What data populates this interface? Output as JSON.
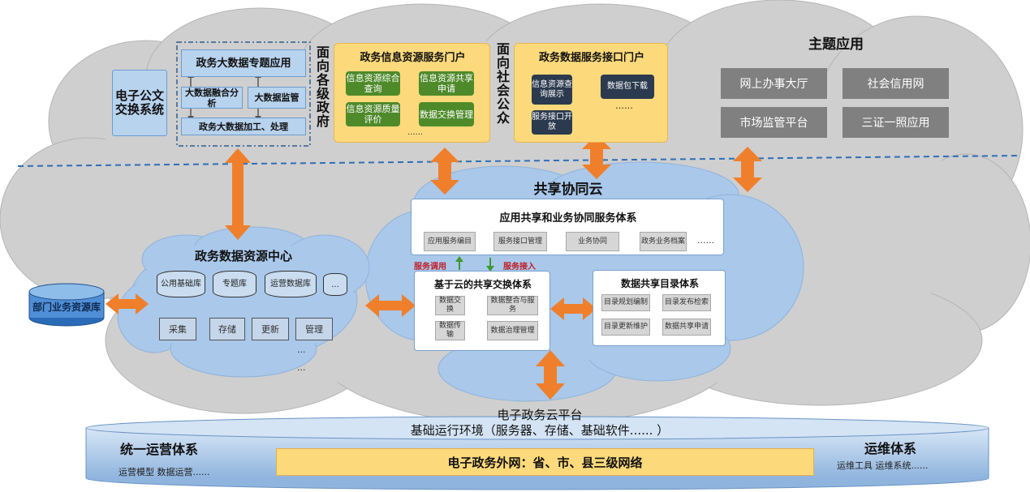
{
  "top": {
    "doc_exchange": "电子公文交换系统",
    "bigdata": {
      "title": "政务大数据专题应用",
      "fusion": "大数据融合分析",
      "monitor": "大数据监管",
      "process": "政务大数据加工、处理"
    },
    "gov_label": "面向各级政府",
    "info_portal": {
      "title": "政务信息资源服务门户",
      "items": [
        "信息资源综合查询",
        "信息资源共享申请",
        "信息资源质量评价",
        "数据交换管理"
      ],
      "more": "......"
    },
    "public_label": "面向社会公众",
    "api_portal": {
      "title": "政务数据服务接口门户",
      "items": [
        "信息资源查询展示",
        "数据包下载",
        "服务接口开放"
      ],
      "more": "……"
    },
    "theme_apps": {
      "title": "主题应用",
      "items": [
        "网上办事大厅",
        "社会信用网",
        "市场监管平台",
        "三证一照应用"
      ]
    }
  },
  "collab": {
    "title": "共享协同云",
    "app_service": {
      "title": "应用共享和业务协同服务体系",
      "items": [
        "应用服务编目",
        "服务接口管理",
        "业务协同",
        "政务业务档案"
      ],
      "more": "......"
    },
    "service_call": "服务调用",
    "service_access": "服务接入",
    "exchange": {
      "title": "基于云的共享交换体系",
      "items": [
        "数据交换",
        "数据整合与服务",
        "数据传输",
        "数据治理管理"
      ]
    },
    "catalog": {
      "title": "数据共享目录体系",
      "items": [
        "目录规划编制",
        "目录发布检索",
        "目录更新维护",
        "数据共享申请"
      ]
    }
  },
  "resource_center": {
    "title": "政务数据资源中心",
    "dbs": [
      "公用基础库",
      "专题库",
      "运营数据库",
      "..."
    ],
    "ops": [
      "采集",
      "存储",
      "更新",
      "管理"
    ],
    "more1": "...",
    "more2": "...",
    "dept_db": "部门业务资源库"
  },
  "bottom": {
    "platform": "电子政务云平台",
    "env": "基础运行环境（服务器、存储、基础软件...... ）",
    "ops_left_title": "统一运营体系",
    "ops_left_sub": "运营模型  数据运营......",
    "network": "电子政务外网：省、市、县三级网络",
    "ops_right_title": "运维体系",
    "ops_right_sub": "运维工具  运维系统......"
  },
  "colors": {
    "cloud_gray": "#cfcfcf",
    "cloud_blue": "#a9c8ea",
    "arrow_orange": "#f07f2b",
    "yellow": "#fcd97a",
    "green": "#4e8a2a",
    "red_label": "#c0202a"
  }
}
